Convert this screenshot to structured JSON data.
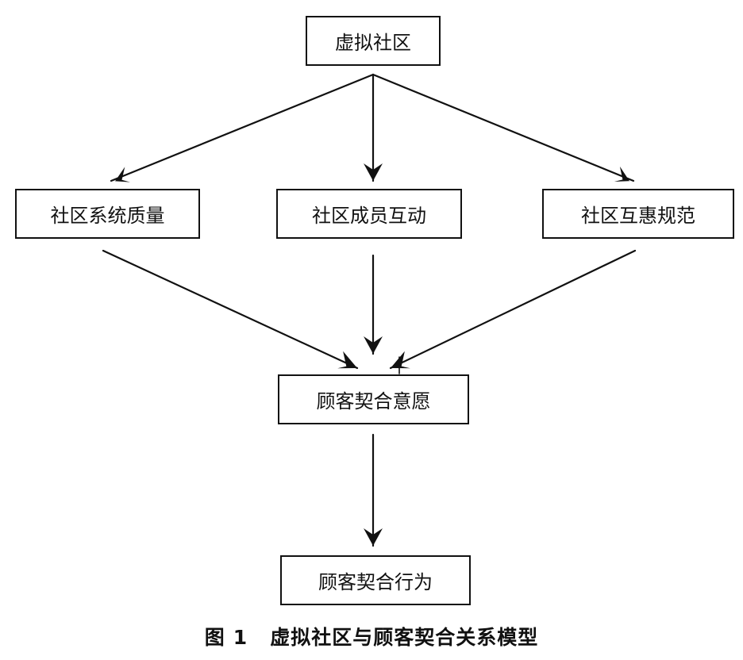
{
  "nodes": {
    "root": "虚拟社区",
    "quality": "社区系统质量",
    "interaction": "社区成员互动",
    "norms": "社区互惠规范",
    "intention": "顾客契合意愿",
    "behavior": "顾客契合行为"
  },
  "caption": {
    "label": "图",
    "number": "1",
    "title": "虚拟社区与顾客契合关系模型"
  }
}
